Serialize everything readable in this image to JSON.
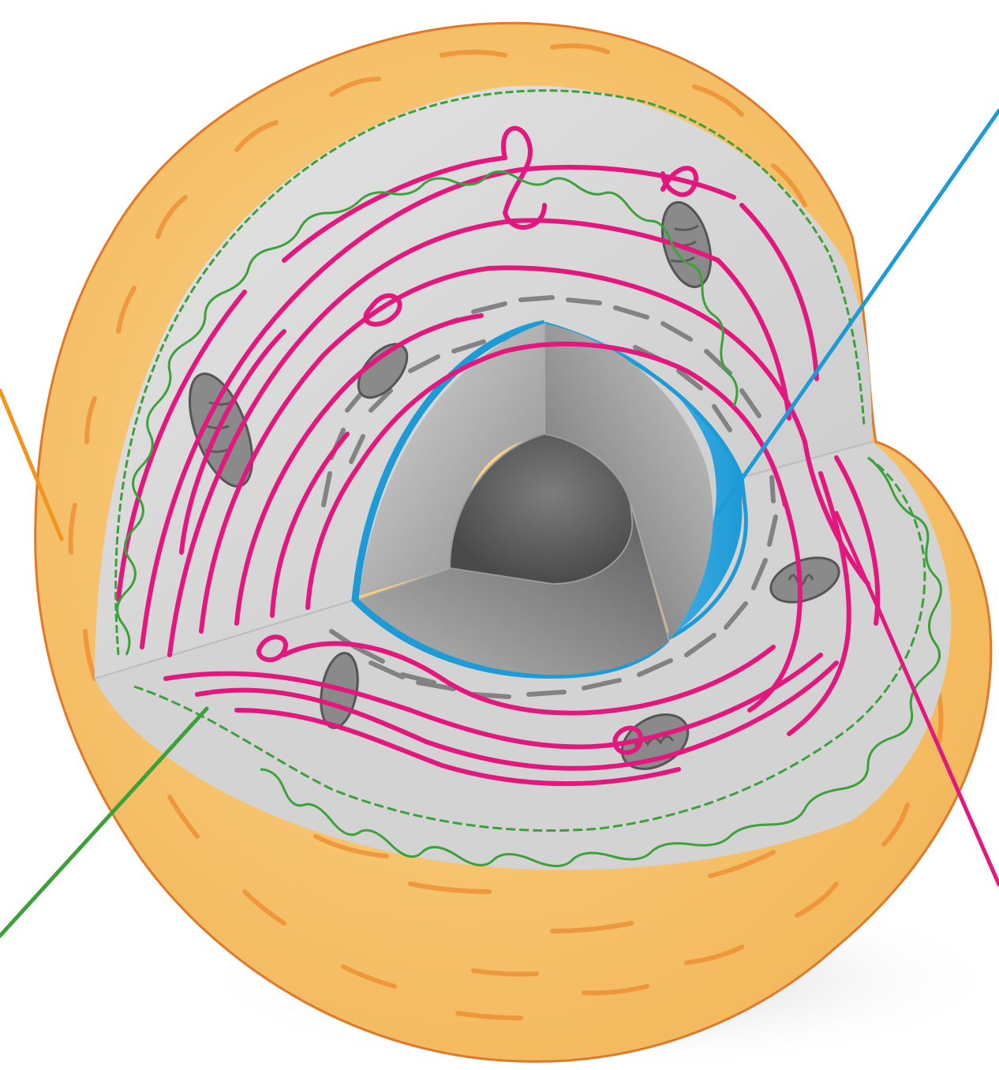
{
  "diagram": {
    "labels": [],
    "colors": {
      "membrane": "#F7C46E",
      "membrane_outline": "#E0782A",
      "cytoplasm": "#DCDCDC",
      "actin": "#3DA13A",
      "intermediate_filament": "#E2187F",
      "nuclear_envelope": "#1E9AD6",
      "nucleus": "#6E6E6E",
      "organelle": "#7A7A7A",
      "leader_orange": "#F0961E",
      "leader_blue": "#1E9AD6",
      "leader_green": "#3DA13A",
      "leader_pink": "#E2187F"
    },
    "parts": [
      {
        "name": "cell-membrane",
        "icon": "membrane-shell-icon"
      },
      {
        "name": "cytoplasm",
        "icon": "cytoplasm-icon"
      },
      {
        "name": "actin-filaments",
        "icon": "wavy-green-fiber-icon"
      },
      {
        "name": "intermediate-filaments",
        "icon": "pink-fiber-icon"
      },
      {
        "name": "nuclear-envelope",
        "icon": "blue-shell-icon"
      },
      {
        "name": "nucleus",
        "icon": "grey-core-icon"
      },
      {
        "name": "mitochondria",
        "icon": "mitochondrion-icon"
      },
      {
        "name": "endoplasmic-reticulum",
        "icon": "er-dashes-icon"
      }
    ]
  }
}
